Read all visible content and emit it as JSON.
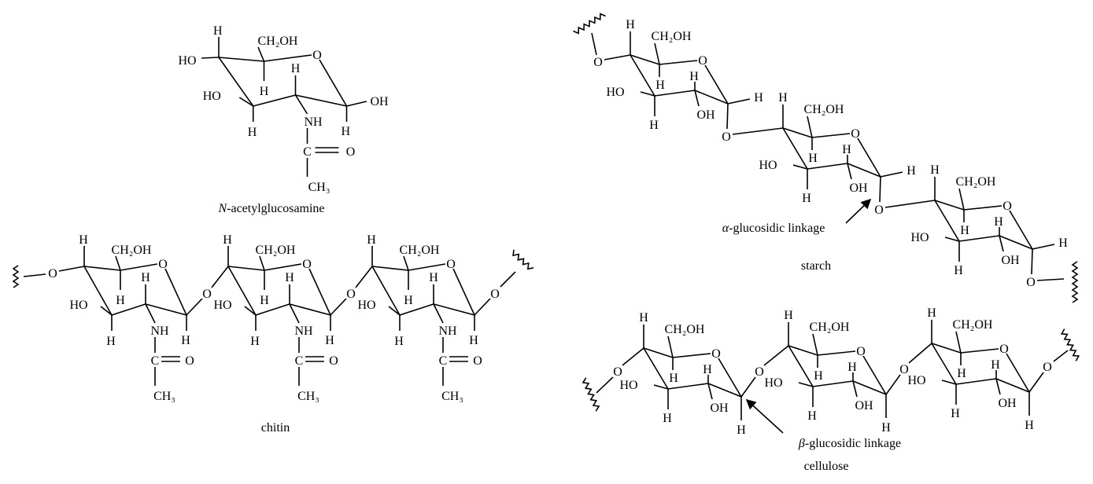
{
  "atoms": {
    "H": "H",
    "OH": "OH",
    "HO": "HO",
    "CH2OH": "CH₂OH",
    "NH": "NH",
    "C": "C",
    "O": "O",
    "CH3": "CH₃"
  },
  "captions": {
    "nag_prefix": "N",
    "nag": "-acetylglucosamine",
    "chitin": "chitin",
    "starch": "starch",
    "alpha_symbol": "α",
    "alpha_linkage": "-glucosidic linkage",
    "beta_symbol": "β",
    "beta_linkage": "-glucosidic linkage",
    "cellulose": "cellulose"
  }
}
